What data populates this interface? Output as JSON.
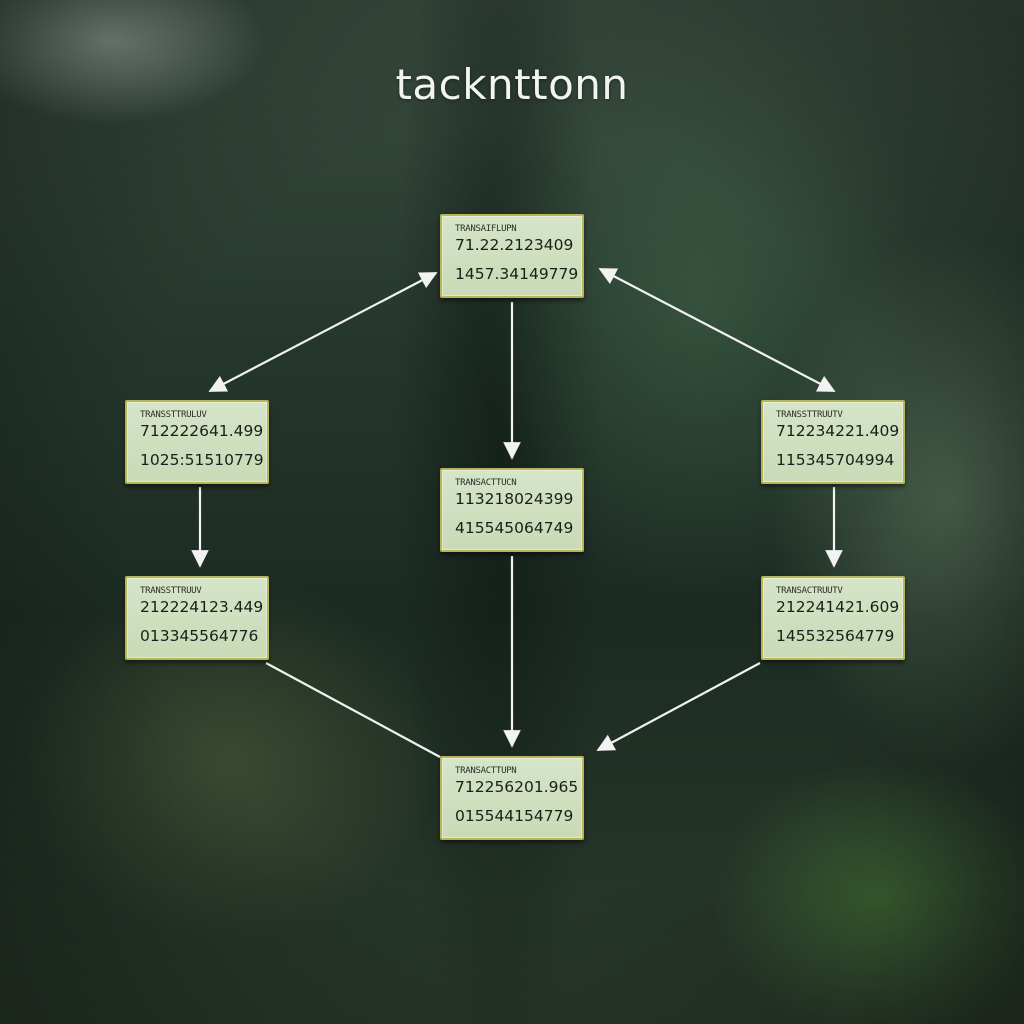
{
  "title": "tacknttonn",
  "colors": {
    "node_fill": "#cfdfc0",
    "node_border": "#b8b45a",
    "edge": "#f2f2f2",
    "title_text": "#f2f4f0"
  },
  "nodes": [
    {
      "id": "top",
      "label": "TRANSAIFLUPN",
      "value1": "71.22.2123409",
      "value2": "1457.34149779"
    },
    {
      "id": "left-upper",
      "label": "TRANSSTTRULUV",
      "value1": "712222641.499",
      "value2": "1025:51510779"
    },
    {
      "id": "center",
      "label": "TRANSACTTUCN",
      "value1": "113218024399",
      "value2": "415545064749"
    },
    {
      "id": "right-upper",
      "label": "TRANSSTTRUUTV",
      "value1": "712234221.409",
      "value2": "115345704994"
    },
    {
      "id": "left-lower",
      "label": "TRANSSTTRUUV",
      "value1": "212224123.449",
      "value2": "013345564776"
    },
    {
      "id": "right-lower",
      "label": "TRANSACTRUUTV",
      "value1": "212241421.609",
      "value2": "145532564779"
    },
    {
      "id": "bottom",
      "label": "TRANSACTTUPN",
      "value1": "712256201.965",
      "value2": "015544154779"
    }
  ],
  "edges": [
    {
      "from": "top",
      "to": "left-upper",
      "direction": "both"
    },
    {
      "from": "top",
      "to": "right-upper",
      "direction": "both"
    },
    {
      "from": "top",
      "to": "center",
      "direction": "forward"
    },
    {
      "from": "left-upper",
      "to": "left-lower",
      "direction": "forward"
    },
    {
      "from": "right-upper",
      "to": "right-lower",
      "direction": "forward"
    },
    {
      "from": "center",
      "to": "bottom",
      "direction": "forward"
    },
    {
      "from": "left-lower",
      "to": "bottom",
      "direction": "none"
    },
    {
      "from": "right-lower",
      "to": "bottom",
      "direction": "forward"
    }
  ]
}
